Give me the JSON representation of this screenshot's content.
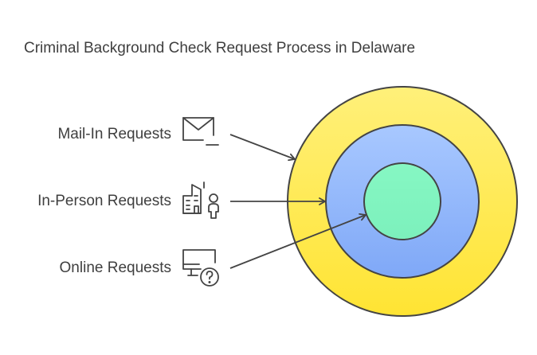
{
  "title": "Criminal Background Check Request Process in Delaware",
  "items": [
    {
      "label": "Mail-In Requests",
      "icon": "envelope-icon"
    },
    {
      "label": "In-Person Requests",
      "icon": "building-person-icon"
    },
    {
      "label": "Online Requests",
      "icon": "computer-question-icon"
    }
  ],
  "rings": [
    {
      "name": "outer",
      "fill": [
        "#fff07a",
        "#ffe433"
      ],
      "stroke": "#444444"
    },
    {
      "name": "middle",
      "fill": [
        "#a8c8ff",
        "#7fa8f7"
      ],
      "stroke": "#444444"
    },
    {
      "name": "inner",
      "fill": [
        "#86f7c3",
        "#7cf0bc"
      ],
      "stroke": "#444444"
    }
  ]
}
